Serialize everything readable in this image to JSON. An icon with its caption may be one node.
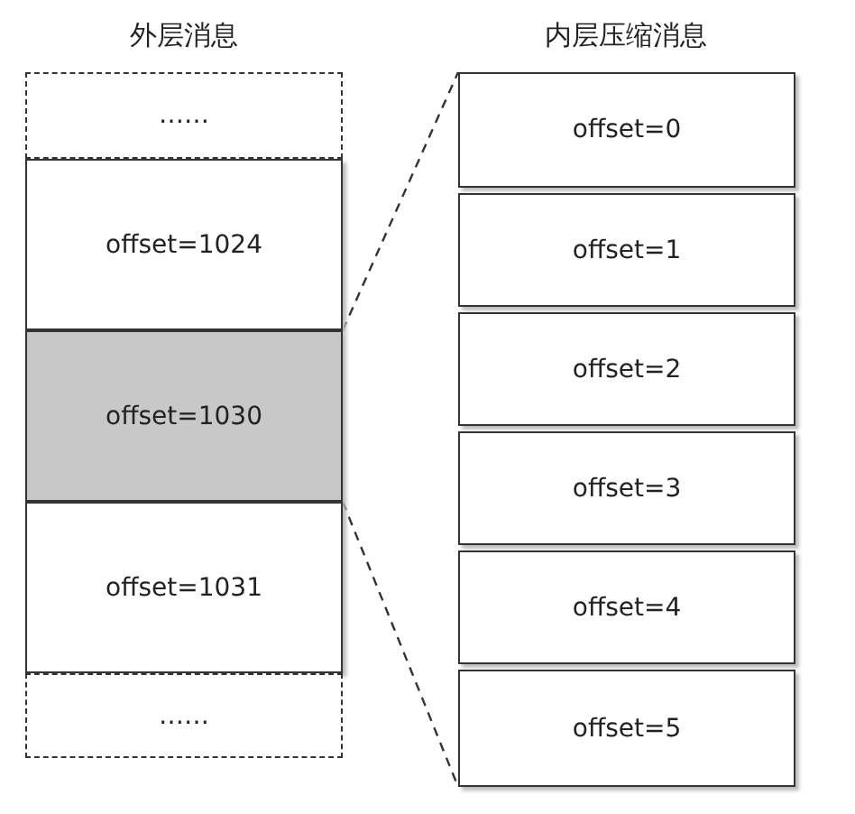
{
  "diagram": {
    "nodes": [
      {
        "text": [
          "……"
        ]
      },
      {
        "text": [
          "offset=1024"
        ]
      },
      {
        "text": [
          "offset=1030"
        ]
      },
      {
        "text": [
          "offset=1031"
        ]
      },
      {
        "text": [
          "……"
        ]
      },
      {
        "text": [
          "offset=0"
        ]
      },
      {
        "text": [
          "offset=1"
        ]
      },
      {
        "text": [
          "offset=2"
        ]
      },
      {
        "text": [
          "offset=3"
        ]
      },
      {
        "text": [
          "offset=4"
        ]
      },
      {
        "text": [
          "offset=5"
        ]
      }
    ],
    "edges": [
      {
        "from": 2,
        "to": 5,
        "arrow": "none",
        "style": "dashed"
      },
      {
        "from": 2,
        "to": 10,
        "arrow": "none",
        "style": "dashed"
      }
    ],
    "labels": [
      "外层消息",
      "内层压缩消息"
    ]
  }
}
